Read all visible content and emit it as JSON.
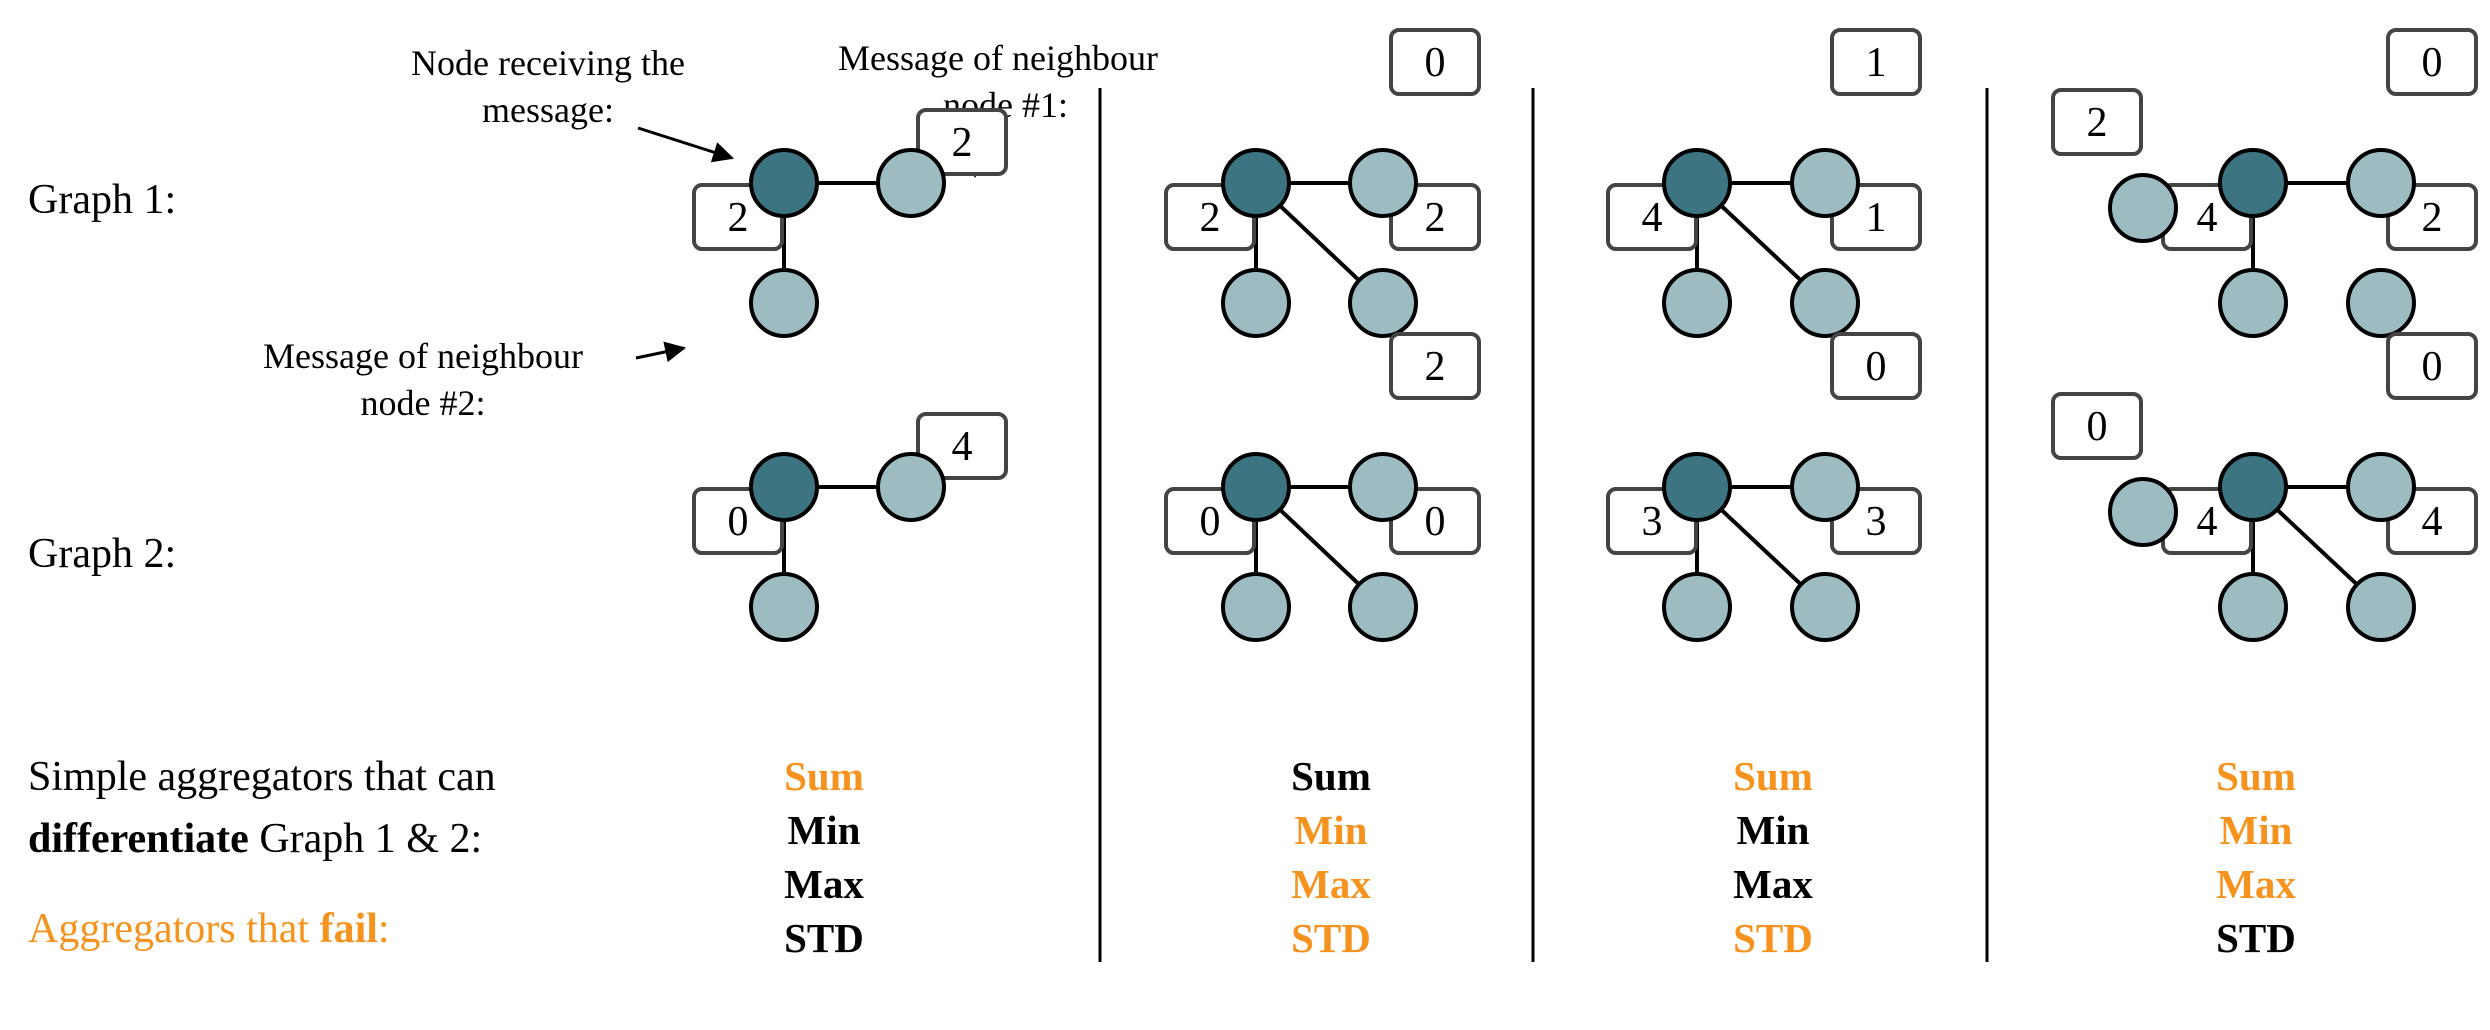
{
  "labels": {
    "graph1": "Graph 1:",
    "graph2": "Graph 2:",
    "simple_line1": "Simple aggregators that can",
    "simple_bold": "differentiate",
    "simple_rest": " Graph 1 & 2:",
    "fail_prefix": "Aggregators that ",
    "fail_bold": "fail",
    "fail_suffix": ":"
  },
  "annotations": {
    "receiving_line1": "Node receiving the",
    "receiving_line2": "message:",
    "neighbour1_line1": "Message of neighbour",
    "neighbour1_line2": "node #1:",
    "neighbour2_line1": "Message of neighbour",
    "neighbour2_line2": "node #2:"
  },
  "colors": {
    "center_node": "#3c7482",
    "neighbor_node": "#9cbcc2",
    "fail": "#f5931e",
    "pass": "#000000"
  },
  "examples": [
    {
      "graph1_messages": [
        "2",
        "2"
      ],
      "graph2_messages": [
        "4",
        "0"
      ],
      "aggregators": [
        {
          "name": "Sum",
          "fails": true
        },
        {
          "name": "Min",
          "fails": false
        },
        {
          "name": "Max",
          "fails": false
        },
        {
          "name": "STD",
          "fails": false
        }
      ]
    },
    {
      "graph1_messages": [
        "0",
        "2",
        "2"
      ],
      "graph2_messages": [
        "2",
        "0",
        "0"
      ],
      "aggregators": [
        {
          "name": "Sum",
          "fails": false
        },
        {
          "name": "Min",
          "fails": true
        },
        {
          "name": "Max",
          "fails": true
        },
        {
          "name": "STD",
          "fails": true
        }
      ]
    },
    {
      "graph1_messages": [
        "1",
        "4",
        "1"
      ],
      "graph2_messages": [
        "0",
        "3",
        "3"
      ],
      "aggregators": [
        {
          "name": "Sum",
          "fails": true
        },
        {
          "name": "Min",
          "fails": false
        },
        {
          "name": "Max",
          "fails": false
        },
        {
          "name": "STD",
          "fails": true
        }
      ]
    },
    {
      "graph1_messages": [
        "2",
        "0",
        "4",
        "2"
      ],
      "graph2_messages": [
        "0",
        "0",
        "4",
        "4"
      ],
      "aggregators": [
        {
          "name": "Sum",
          "fails": true
        },
        {
          "name": "Min",
          "fails": true
        },
        {
          "name": "Max",
          "fails": true
        },
        {
          "name": "STD",
          "fails": false
        }
      ]
    }
  ]
}
